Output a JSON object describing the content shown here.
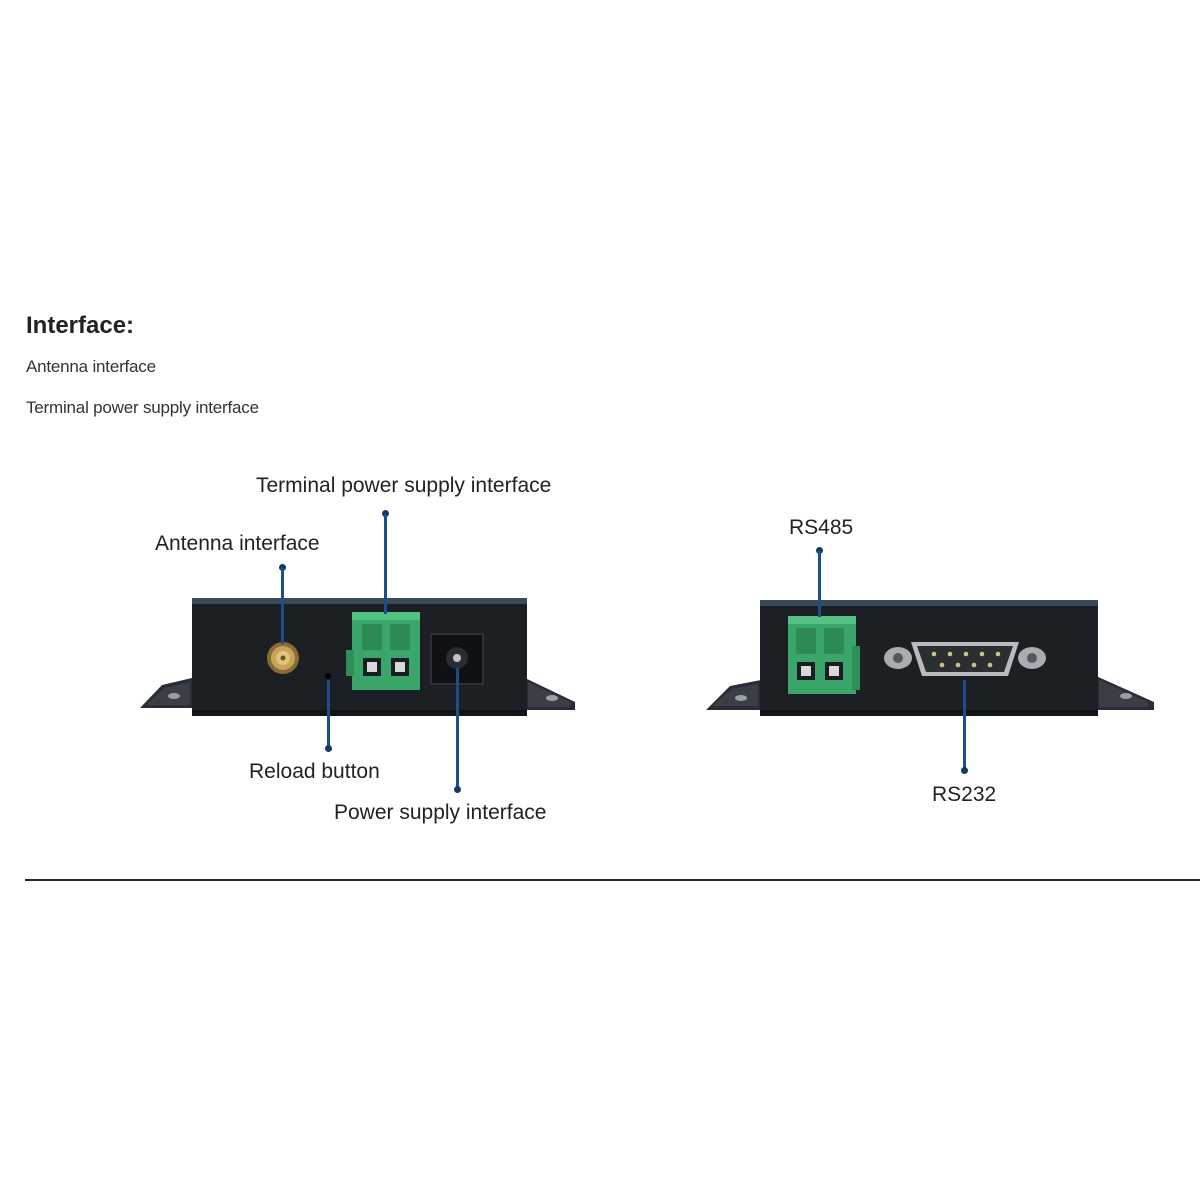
{
  "section": {
    "title": "Interface:",
    "lines": [
      "Antenna interface",
      "Terminal power supply interface"
    ]
  },
  "left_device": {
    "callouts": {
      "terminal_power": "Terminal power supply interface",
      "antenna": "Antenna interface",
      "reload": "Reload button",
      "power": "Power supply interface"
    }
  },
  "right_device": {
    "callouts": {
      "rs485": "RS485",
      "rs232": "RS232"
    }
  },
  "colors": {
    "leader": "#1b4f8a",
    "terminal_block": "#3aa66a",
    "device_body": "#1c1f24",
    "divider": "#1a2a3a"
  }
}
